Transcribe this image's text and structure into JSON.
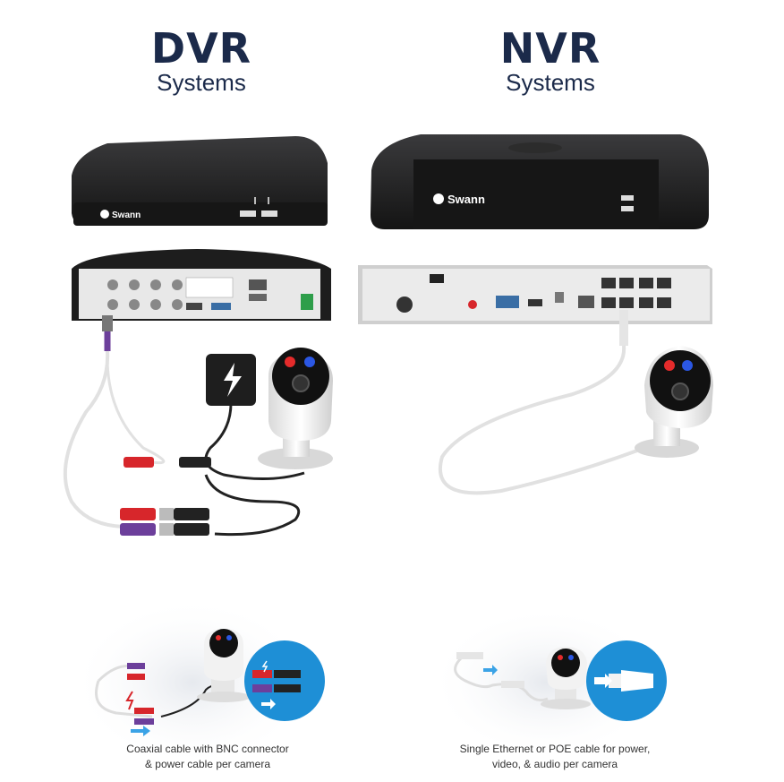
{
  "dvr": {
    "title": "DVR",
    "subtitle": "Systems",
    "brand": "Swann",
    "caption_line1": "Coaxial cable with BNC connector",
    "caption_line2": "& power cable per camera"
  },
  "nvr": {
    "title": "NVR",
    "subtitle": "Systems",
    "brand": "Swann",
    "caption_line1": "Single Ethernet or POE cable for power,",
    "caption_line2": "video, & audio per camera"
  },
  "colors": {
    "navy": "#1b2a4a",
    "accent_blue": "#1e8fd6",
    "cable_red": "#d7262b",
    "cable_purple": "#6c3f9b"
  }
}
